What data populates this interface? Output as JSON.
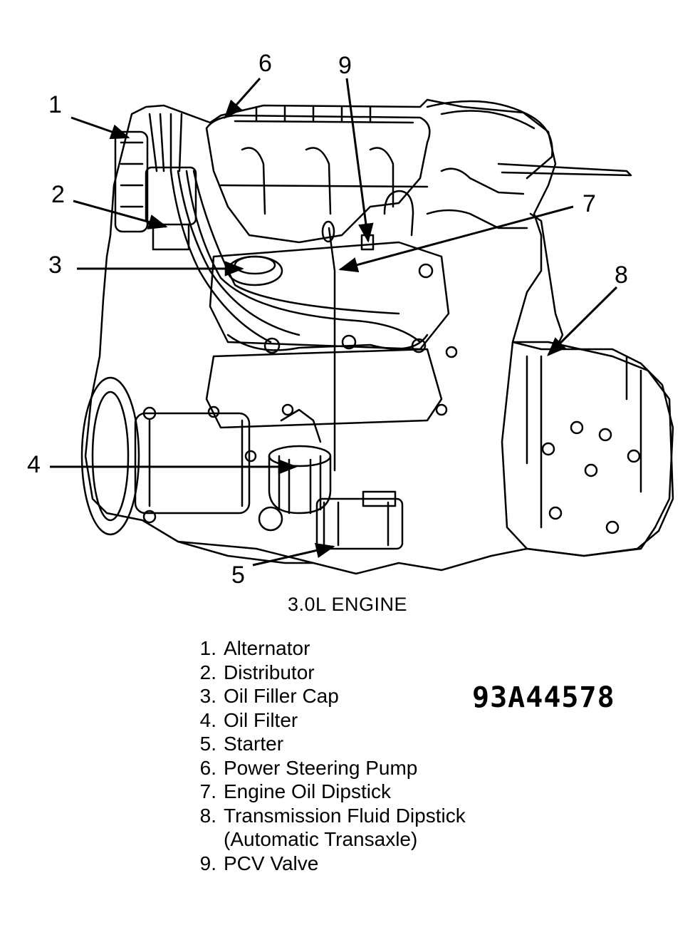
{
  "callouts": [
    "1",
    "2",
    "3",
    "4",
    "5",
    "6",
    "7",
    "8",
    "9"
  ],
  "caption": "3.0L ENGINE",
  "legend": [
    {
      "num": "1.",
      "label": "Alternator"
    },
    {
      "num": "2.",
      "label": "Distributor"
    },
    {
      "num": "3.",
      "label": "Oil Filler Cap"
    },
    {
      "num": "4.",
      "label": "Oil Filter"
    },
    {
      "num": "5.",
      "label": "Starter"
    },
    {
      "num": "6.",
      "label": "Power Steering Pump"
    },
    {
      "num": "7.",
      "label": "Engine Oil Dipstick"
    },
    {
      "num": "8.",
      "label": "Transmission Fluid Dipstick",
      "sub": "(Automatic Transaxle)"
    },
    {
      "num": "9.",
      "label": "PCV Valve"
    }
  ],
  "figure_code": "93A44578"
}
